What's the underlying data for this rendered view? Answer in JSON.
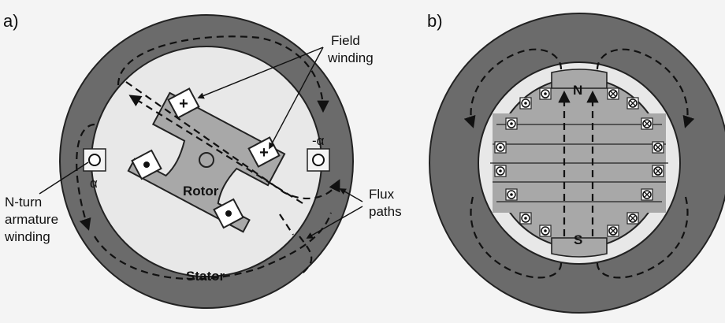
{
  "panel_a": {
    "tag": "a)",
    "field_winding_label_1": "Field",
    "field_winding_label_2": "winding",
    "armature_label_1": "N-turn",
    "armature_label_2": "armature",
    "armature_label_3": "winding",
    "flux_label_1": "Flux",
    "flux_label_2": "paths",
    "rotor_label": "Rotor",
    "stator_label": "Stator",
    "alpha_label": "α",
    "neg_alpha_label": "-α",
    "plus_symbol": "+"
  },
  "panel_b": {
    "tag": "b)",
    "north_label": "N",
    "south_label": "S"
  },
  "colors": {
    "stator": "#6b6b6b",
    "rotor": "#a8a8a8",
    "gap": "#e8e8e8",
    "background": "#f4f4f4"
  }
}
